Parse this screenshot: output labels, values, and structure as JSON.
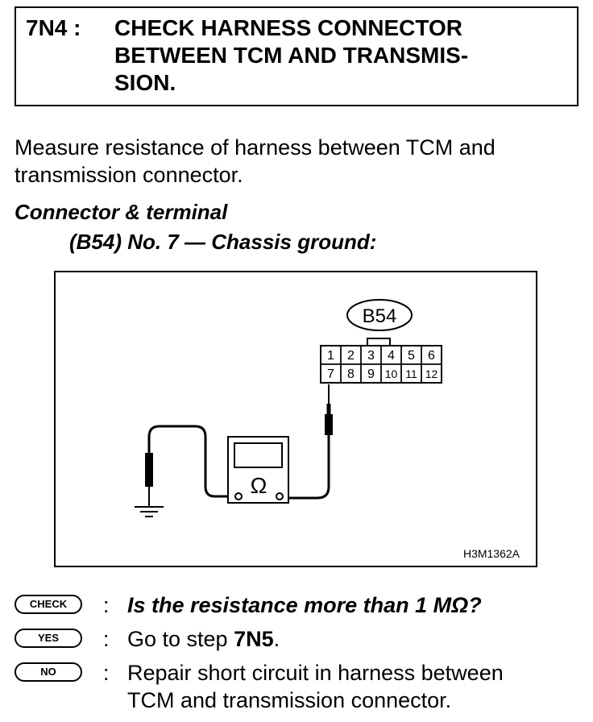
{
  "header": {
    "step_id": "7N4 :",
    "title": "CHECK HARNESS CONNECTOR\nBETWEEN TCM AND TRANSMIS-\nSION."
  },
  "intro": "Measure resistance of harness between TCM and\ntransmission connector.",
  "spec": {
    "heading": "Connector & terminal",
    "detail": "(B54) No. 7 — Chassis ground:"
  },
  "figure": {
    "connector_label": "B54",
    "terminals_top": [
      "1",
      "2",
      "3",
      "4",
      "5",
      "6"
    ],
    "terminals_bottom": [
      "7",
      "8",
      "9",
      "10",
      "11",
      "12"
    ],
    "meter_symbol": "Ω",
    "figure_code": "H3M1362A"
  },
  "qa": {
    "check_badge": "CHECK",
    "check_text": "Is the resistance more than 1 MΩ?",
    "yes_badge": "YES",
    "yes_text_prefix": "Go to step ",
    "yes_step": "7N5",
    "yes_text_suffix": ".",
    "no_badge": "NO",
    "no_text": "Repair short circuit in harness between\nTCM and transmission connector.",
    "colon": ":"
  }
}
